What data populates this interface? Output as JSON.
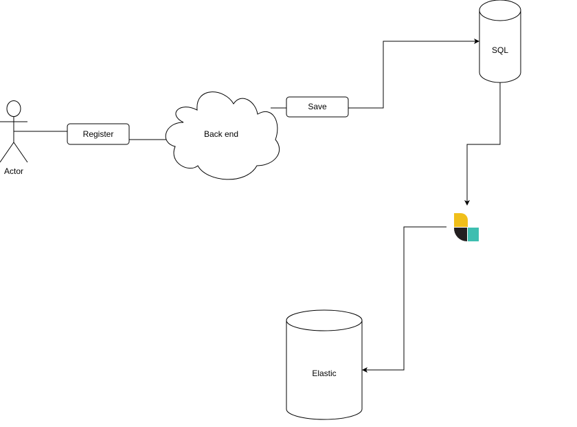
{
  "diagram": {
    "actor": {
      "label": "Actor"
    },
    "register": {
      "label": "Register"
    },
    "backend": {
      "label": "Back end"
    },
    "save": {
      "label": "Save"
    },
    "sql": {
      "label": "SQL"
    },
    "elastic": {
      "label": "Elastic"
    },
    "logstash_icon": "logstash-icon"
  },
  "colors": {
    "stroke": "#000000",
    "background": "#ffffff",
    "logo_yellow": "#F0BF1A",
    "logo_dark": "#231F20",
    "logo_teal": "#3EBEB0"
  }
}
